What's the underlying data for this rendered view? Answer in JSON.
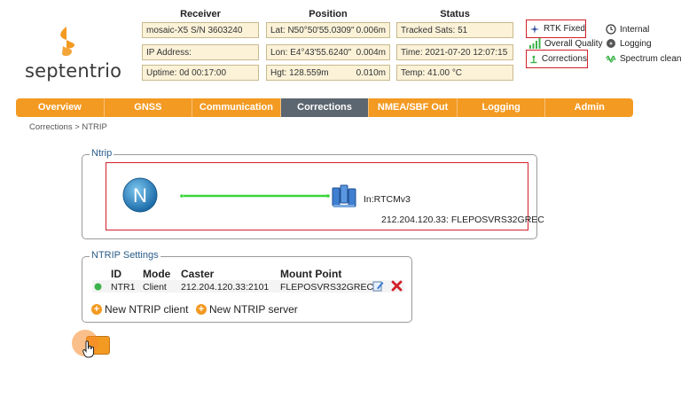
{
  "brand": {
    "logo_text": "septentrio"
  },
  "header": {
    "receiver_title": "Receiver",
    "position_title": "Position",
    "status_title": "Status",
    "receiver": [
      {
        "text": "mosaic-X5 S/N 3603240"
      },
      {
        "text": "IP Address:"
      },
      {
        "text": "Uptime: 0d 00:17:00"
      }
    ],
    "position": [
      {
        "label": "Lat: N50°50'55.0309\"",
        "value": "0.006m"
      },
      {
        "label": "Lon: E4°43'55.6240\"",
        "value": "0.004m"
      },
      {
        "label": "Hgt: 128.559m",
        "value": "0.010m"
      }
    ],
    "status": [
      {
        "text": "Tracked Sats: 51"
      },
      {
        "text": "Time: 2021-07-20 12:07:15"
      },
      {
        "text": "Temp: 41.00 °C"
      }
    ]
  },
  "indicators": {
    "rtk_fixed": "RTK Fixed",
    "overall_quality": "Overall Quality",
    "corrections": "Corrections",
    "internal": "Internal",
    "logging": "Logging",
    "spectrum_clean": "Spectrum clean"
  },
  "nav": {
    "items": [
      "Overview",
      "GNSS",
      "Communication",
      "Corrections",
      "NMEA/SBF Out",
      "Logging",
      "Admin"
    ],
    "active": "Corrections"
  },
  "breadcrumb": "Corrections > NTRIP",
  "ntrip": {
    "legend": "Ntrip",
    "stream_label": "In:RTCMv3",
    "caster_text": "212.204.120.33: FLEPOSVRS32GREC"
  },
  "settings": {
    "legend": "NTRIP Settings",
    "columns": {
      "id": "ID",
      "mode": "Mode",
      "caster": "Caster",
      "mount": "Mount Point"
    },
    "rows": [
      {
        "id": "NTR1",
        "mode": "Client",
        "caster": "212.204.120.33:2101",
        "mount": "FLEPOSVRS32GREC"
      }
    ],
    "new_client": "New NTRIP client",
    "new_server": "New NTRIP server"
  },
  "colors": {
    "accent": "#f39a22",
    "nav_active": "#5c6670",
    "highlight": "#d21f2a",
    "link_line": "#3ad63a"
  }
}
